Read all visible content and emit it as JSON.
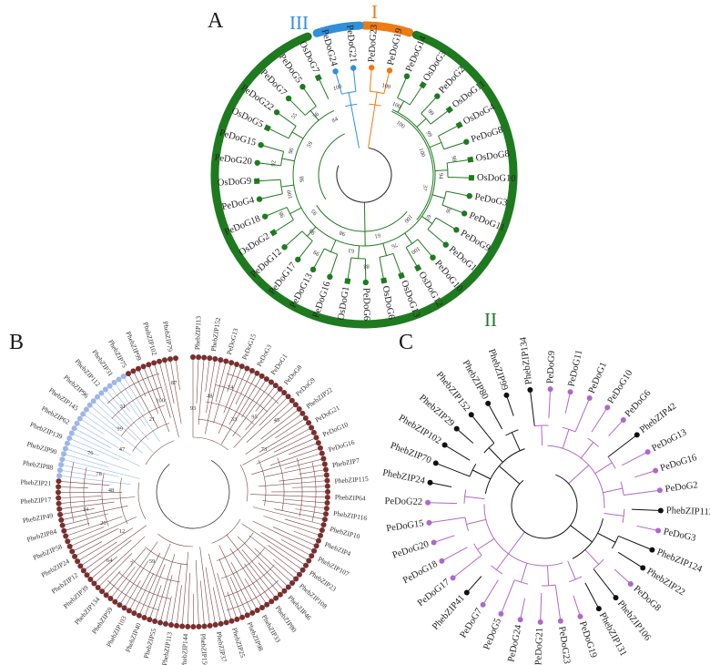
{
  "panel_a": {
    "letter": "A",
    "clades": [
      {
        "name": "I",
        "color": "#ee7a12"
      },
      {
        "name": "II",
        "color": "#1e7a1e"
      },
      {
        "name": "III",
        "color": "#2f8fdc"
      }
    ],
    "leaves": [
      {
        "label": "PeDoG23",
        "group": "I",
        "marker": "circle"
      },
      {
        "label": "PeDoG19",
        "group": "I",
        "marker": "circle"
      },
      {
        "label": "PeDoG14",
        "group": "II",
        "marker": "circle"
      },
      {
        "label": "OsDoG3",
        "group": "II",
        "marker": "square"
      },
      {
        "label": "PeDoG2",
        "group": "II",
        "marker": "circle"
      },
      {
        "label": "OsDoG11",
        "group": "II",
        "marker": "square"
      },
      {
        "label": "OsDoG4",
        "group": "II",
        "marker": "square"
      },
      {
        "label": "PeDoG8",
        "group": "II",
        "marker": "circle"
      },
      {
        "label": "OsDoG8",
        "group": "II",
        "marker": "square"
      },
      {
        "label": "OsDoG10",
        "group": "II",
        "marker": "square"
      },
      {
        "label": "PeDoG3",
        "group": "II",
        "marker": "circle"
      },
      {
        "label": "PeDoG11",
        "group": "II",
        "marker": "circle"
      },
      {
        "label": "PeDoG9",
        "group": "II",
        "marker": "circle"
      },
      {
        "label": "PeDoG1",
        "group": "II",
        "marker": "circle"
      },
      {
        "label": "PeDoG10",
        "group": "II",
        "marker": "circle"
      },
      {
        "label": "OsDoG12",
        "group": "II",
        "marker": "square"
      },
      {
        "label": "OsDoG13",
        "group": "II",
        "marker": "square"
      },
      {
        "label": "OsDoG6",
        "group": "II",
        "marker": "square"
      },
      {
        "label": "PeDoG6",
        "group": "II",
        "marker": "circle"
      },
      {
        "label": "OsDoG1",
        "group": "II",
        "marker": "square"
      },
      {
        "label": "PeDoG16",
        "group": "II",
        "marker": "circle"
      },
      {
        "label": "PeDoG13",
        "group": "II",
        "marker": "circle"
      },
      {
        "label": "PeDoG17",
        "group": "II",
        "marker": "circle"
      },
      {
        "label": "PeDoG12",
        "group": "II",
        "marker": "circle"
      },
      {
        "label": "OsDoG2",
        "group": "II",
        "marker": "square"
      },
      {
        "label": "PeDoG18",
        "group": "II",
        "marker": "circle"
      },
      {
        "label": "PeDoG4",
        "group": "II",
        "marker": "circle"
      },
      {
        "label": "OsDoG9",
        "group": "II",
        "marker": "square"
      },
      {
        "label": "PeDoG20",
        "group": "II",
        "marker": "circle"
      },
      {
        "label": "PeDoG15",
        "group": "II",
        "marker": "circle"
      },
      {
        "label": "OsDoG5",
        "group": "II",
        "marker": "square"
      },
      {
        "label": "PeDoG22",
        "group": "II",
        "marker": "circle"
      },
      {
        "label": "PeDoG7",
        "group": "II",
        "marker": "circle"
      },
      {
        "label": "PeDoG5",
        "group": "II",
        "marker": "circle"
      },
      {
        "label": "OsDoG7",
        "group": "II",
        "marker": "square"
      },
      {
        "label": "PeDoG24",
        "group": "III",
        "marker": "circle"
      },
      {
        "label": "PeDoG21",
        "group": "III",
        "marker": "circle"
      }
    ],
    "bootstraps": [
      "100",
      "100",
      "100",
      "99",
      "99",
      "100",
      "98",
      "94",
      "37",
      "36",
      "65",
      "100",
      "100",
      "76",
      "61",
      "88",
      "63",
      "98",
      "99",
      "99",
      "95",
      "98",
      "100",
      "98",
      "92",
      "96",
      "59",
      "55",
      "56",
      "84",
      "100"
    ]
  },
  "panel_b": {
    "letter": "B",
    "visible_labels": [
      "PhebZIP113",
      "PhebZIP152",
      "PeDoG13",
      "PeDoG15",
      "PeDoG3",
      "PeDoG1",
      "PeDoG8",
      "PeDoG9",
      "PhebZIP22",
      "PeDoG21",
      "PeDoG10",
      "PeDoG16",
      "PhebZIP7",
      "PhebZIP115",
      "PhebZIP64",
      "PhebZIP116",
      "PhebZIP10",
      "PhebZIP4",
      "PhebZIP107",
      "PhebZIP23",
      "PhebZIP108",
      "PhebZIP46",
      "PhebZIP80",
      "PhebZIP33",
      "PhebZIP98",
      "PhebZIP25",
      "PhebZIP37",
      "PhebZIP150",
      "PhebZIP144",
      "PhebZIP113",
      "PhebZIP55",
      "PhebZIP40",
      "PhebZIP103",
      "PhebZIP59",
      "PhebZIP134",
      "PhebZIP39",
      "PhebZIP12",
      "PhebZIP24",
      "PhebZIP58",
      "PhebZIP84",
      "PhebZIP49",
      "PhebZIP17",
      "PhebZIP21",
      "PhebZIP88",
      "PhebZIP90",
      "PhebZIP139",
      "PhebZIP62",
      "PhebZIP145",
      "PhebZIP96",
      "PhebZIP112",
      "PhebZIP31",
      "PhebZIP75",
      "PhebZIP99",
      "PhebZIP102",
      "PhebZIP79"
    ],
    "bootstraps": [
      "59",
      "7",
      "64",
      "12",
      "20",
      "14",
      "48",
      "78",
      "76",
      "47",
      "99",
      "31",
      "21",
      "100",
      "87",
      "93",
      "48",
      "74",
      "33",
      "95",
      "45",
      "73"
    ],
    "tip_color_pebzip": "#7a2e2e",
    "tip_color_dog": "#9bb6e8"
  },
  "panel_c": {
    "letter": "C",
    "leaves": [
      {
        "label": "PhebZIP134",
        "group": "bzip"
      },
      {
        "label": "PeDoG9",
        "group": "dog"
      },
      {
        "label": "PeDoG11",
        "group": "dog"
      },
      {
        "label": "PeDoG1",
        "group": "dog"
      },
      {
        "label": "PeDoG10",
        "group": "dog"
      },
      {
        "label": "PeDoG6",
        "group": "dog"
      },
      {
        "label": "PhebZIP42",
        "group": "bzip"
      },
      {
        "label": "PeDoG13",
        "group": "dog"
      },
      {
        "label": "PeDoG16",
        "group": "dog"
      },
      {
        "label": "PeDoG2",
        "group": "dog"
      },
      {
        "label": "PhebZIP113",
        "group": "bzip"
      },
      {
        "label": "PeDoG3",
        "group": "dog"
      },
      {
        "label": "PhebZIP124",
        "group": "bzip"
      },
      {
        "label": "PhebZIP22",
        "group": "bzip"
      },
      {
        "label": "PeDoG8",
        "group": "dog"
      },
      {
        "label": "PhebZIP106",
        "group": "bzip"
      },
      {
        "label": "PhebZIP131",
        "group": "bzip"
      },
      {
        "label": "PeDoG19",
        "group": "dog"
      },
      {
        "label": "PeDoG23",
        "group": "dog"
      },
      {
        "label": "PeDoG21",
        "group": "dog"
      },
      {
        "label": "PeDoG24",
        "group": "dog"
      },
      {
        "label": "PeDoG5",
        "group": "dog"
      },
      {
        "label": "PeDoG7",
        "group": "dog"
      },
      {
        "label": "PhebZIP41",
        "group": "bzip"
      },
      {
        "label": "PeDoG17",
        "group": "dog"
      },
      {
        "label": "PeDoG18",
        "group": "dog"
      },
      {
        "label": "PeDoG20",
        "group": "dog"
      },
      {
        "label": "PeDoG15",
        "group": "dog"
      },
      {
        "label": "PeDoG22",
        "group": "dog"
      },
      {
        "label": "PhebZIP24",
        "group": "bzip"
      },
      {
        "label": "PhebZIP70",
        "group": "bzip"
      },
      {
        "label": "PhebZIP102",
        "group": "bzip"
      },
      {
        "label": "PhebZIP29",
        "group": "bzip"
      },
      {
        "label": "PhebZIP152",
        "group": "bzip"
      },
      {
        "label": "PhebZIP80",
        "group": "bzip"
      },
      {
        "label": "PhebZIP99",
        "group": "bzip"
      }
    ],
    "colors": {
      "dog": "#b067c9",
      "bzip": "#111111"
    }
  }
}
